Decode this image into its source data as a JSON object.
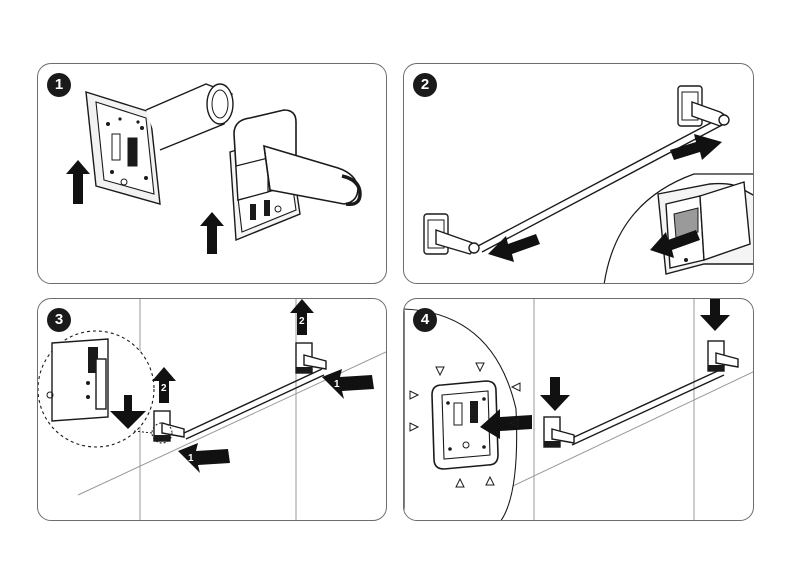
{
  "steps": [
    {
      "number": "1"
    },
    {
      "number": "2"
    },
    {
      "number": "3",
      "arrow_labels": [
        "1",
        "2",
        "1",
        "2"
      ]
    },
    {
      "number": "4"
    }
  ],
  "colors": {
    "line": "#1a1a1a",
    "border": "#6d6d6d",
    "wall": "#9a9a9a",
    "arrow": "#111111"
  }
}
